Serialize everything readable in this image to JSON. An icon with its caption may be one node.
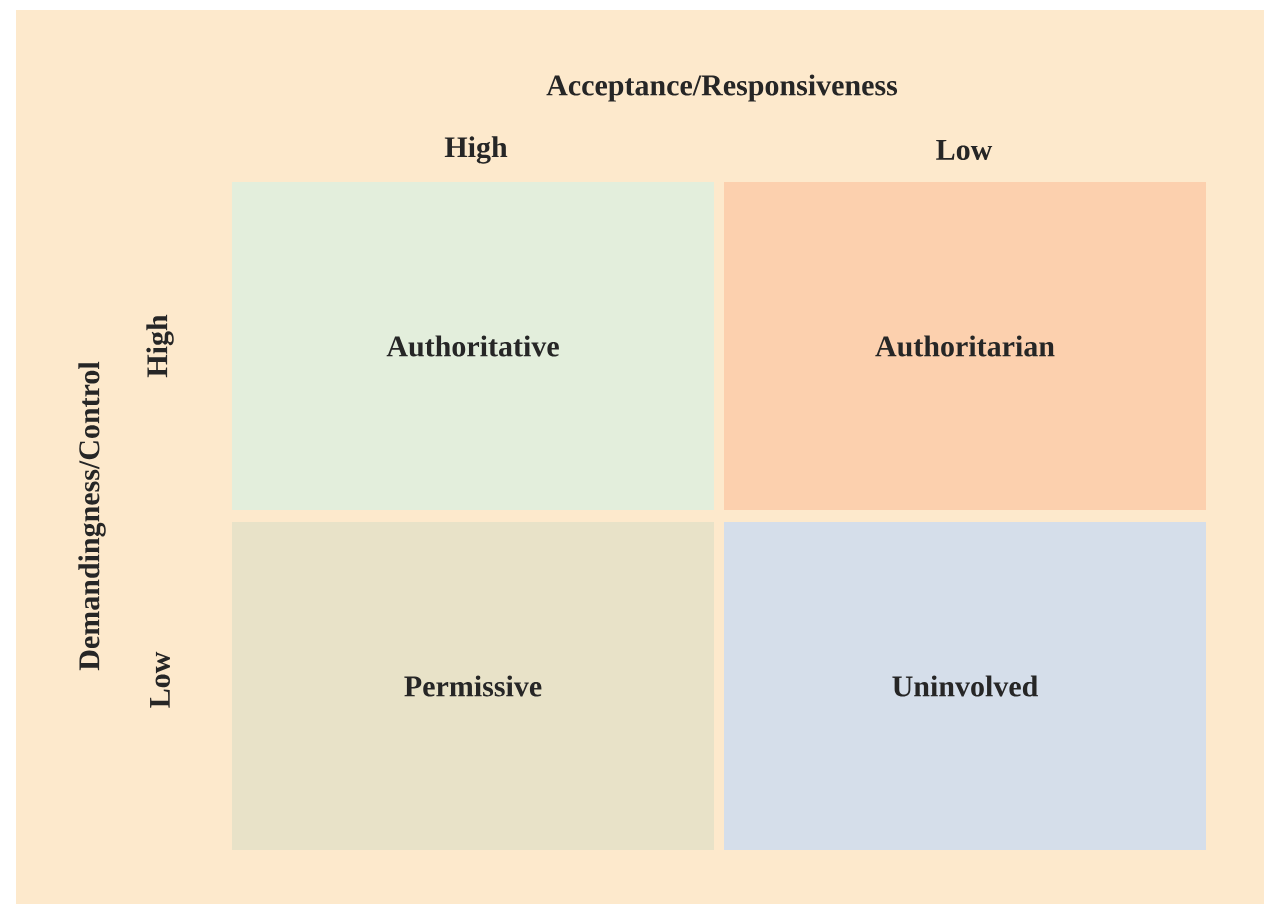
{
  "diagram": {
    "nodes": [
      {
        "text": [
          "Authoritative"
        ]
      },
      {
        "text": [
          "Authoritarian"
        ]
      },
      {
        "text": [
          "Permissive"
        ]
      },
      {
        "text": [
          "Uninvolved"
        ]
      }
    ],
    "labels": [
      "Acceptance/Responsiveness",
      "High",
      "Low",
      "Demandingness/Control",
      "High",
      "Low"
    ]
  }
}
